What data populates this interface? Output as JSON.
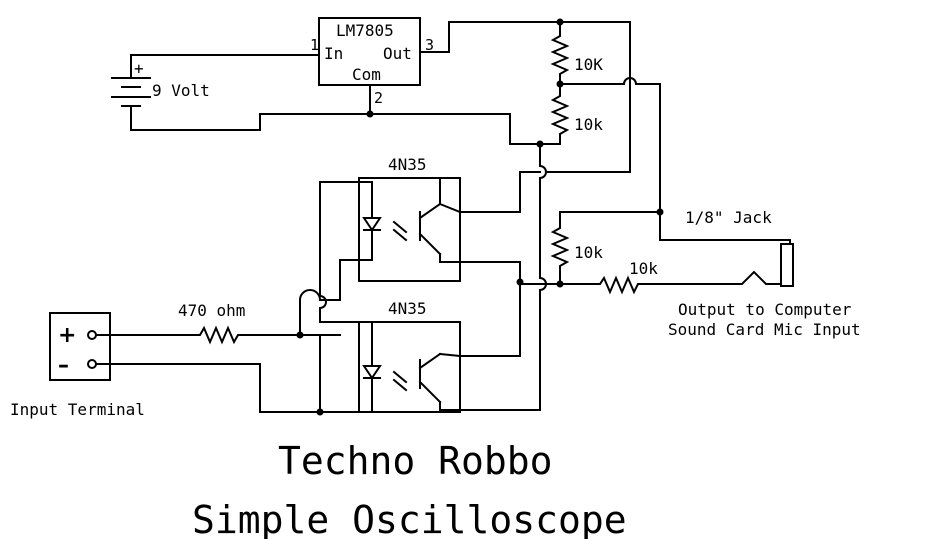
{
  "labels": {
    "regulator": "LM7805",
    "reg_in": "In",
    "reg_out": "Out",
    "reg_com": "Com",
    "pin1": "1",
    "pin2": "2",
    "pin3": "3",
    "battery": "9 Volt",
    "battery_plus": "+",
    "r_top1": "10K",
    "r_top2": "10k",
    "r_mid": "10k",
    "r_series": "10k",
    "r_input": "470 ohm",
    "opto_top": "4N35",
    "opto_bottom": "4N35",
    "jack": "1/8\" Jack",
    "output_line1": "Output to Computer",
    "output_line2": "Sound Card Mic Input",
    "terminal_plus": "+",
    "terminal_minus": "–",
    "input_terminal": "Input Terminal"
  },
  "titles": {
    "line1": "Techno Robbo",
    "line2": "Simple Oscilloscope"
  },
  "icons": {
    "battery": "battery-icon",
    "resistor": "resistor-icon",
    "optocoupler": "optocoupler-icon",
    "jack": "audio-jack-icon"
  }
}
